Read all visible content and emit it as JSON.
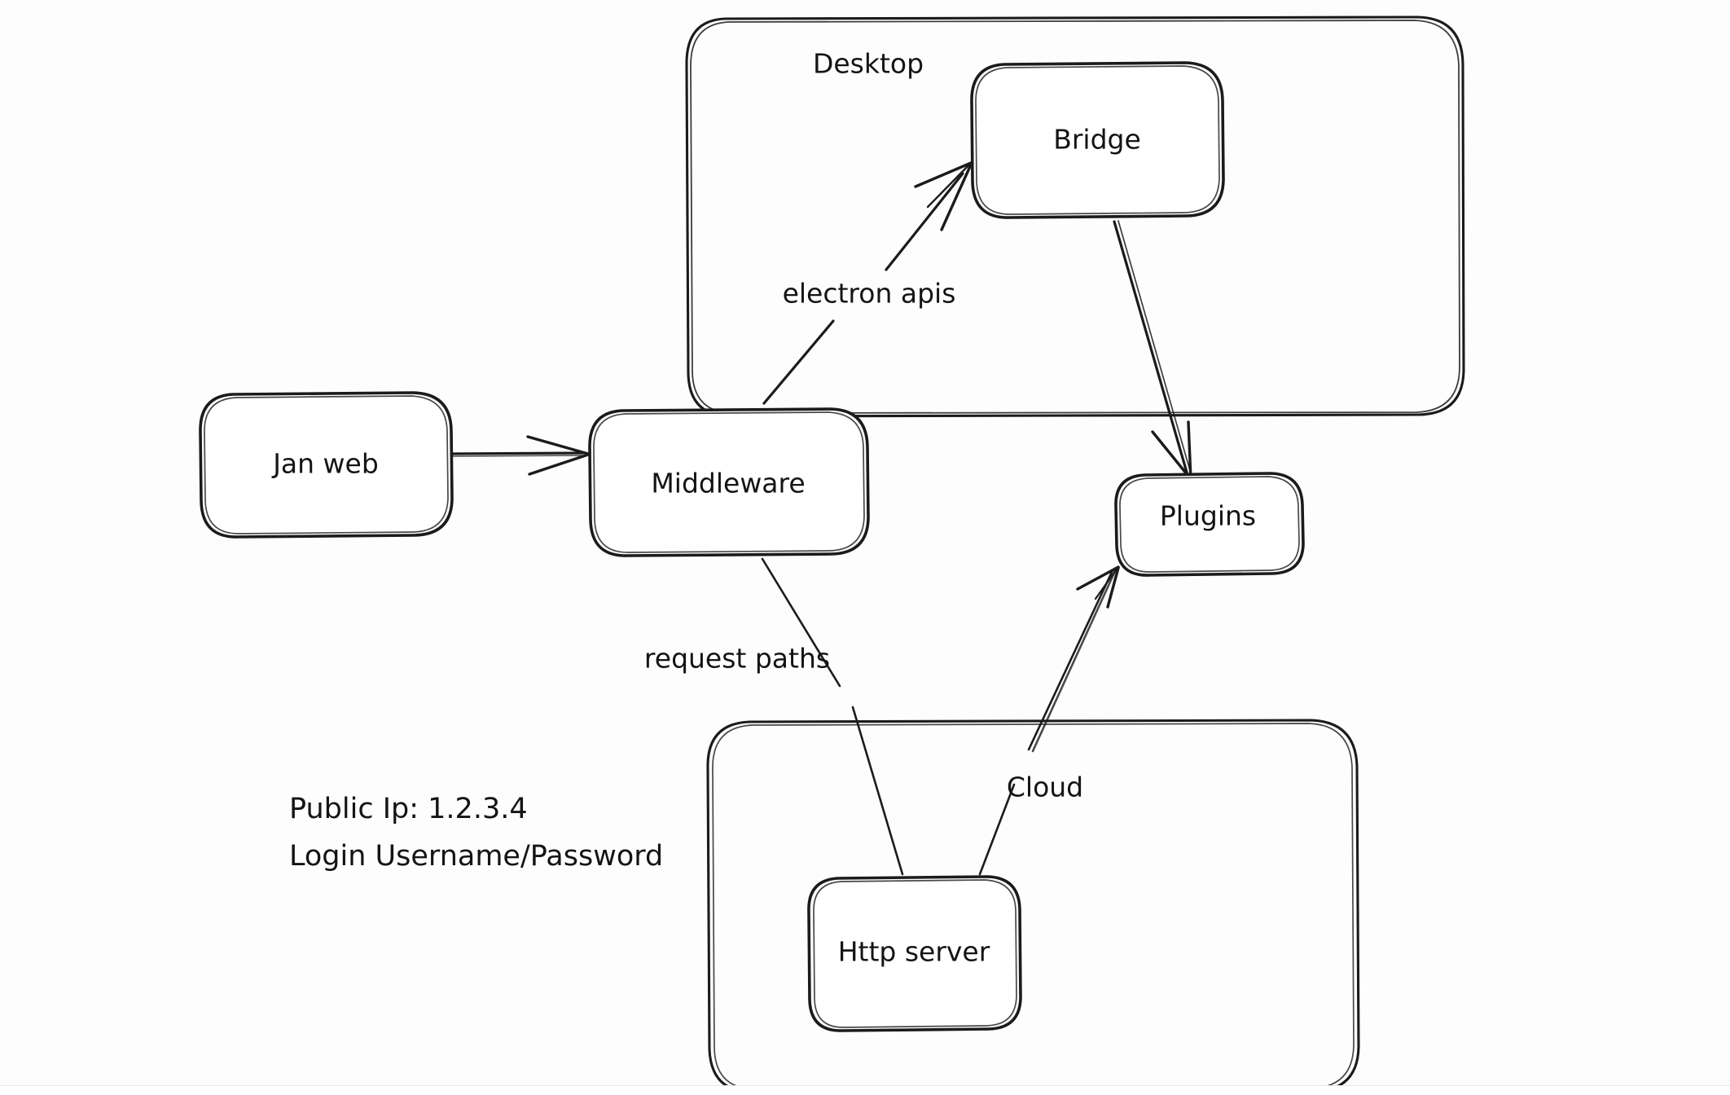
{
  "diagram": {
    "style": "hand-drawn-whiteboard",
    "background_color": "#fdfdfd",
    "stroke_color": "#1b1b1b",
    "text_color": "#141414",
    "containers": [
      {
        "id": "desktop",
        "label": "Desktop"
      },
      {
        "id": "cloud",
        "label": "Cloud"
      }
    ],
    "nodes": [
      {
        "id": "jan-web",
        "label": "Jan web"
      },
      {
        "id": "middleware",
        "label": "Middleware"
      },
      {
        "id": "bridge",
        "label": "Bridge"
      },
      {
        "id": "plugins",
        "label": "Plugins"
      },
      {
        "id": "http-server",
        "label": "Http server"
      }
    ],
    "edges": [
      {
        "id": "jan-web-to-middleware",
        "from": "jan-web",
        "to": "middleware",
        "label": ""
      },
      {
        "id": "middleware-to-bridge",
        "from": "middleware",
        "to": "bridge",
        "label": "electron apis"
      },
      {
        "id": "bridge-to-plugins",
        "from": "bridge",
        "to": "plugins",
        "label": ""
      },
      {
        "id": "http-server-to-middleware",
        "from": "http-server",
        "to": "middleware",
        "label": "request paths"
      },
      {
        "id": "http-server-to-plugins",
        "from": "http-server",
        "to": "plugins",
        "label": ""
      }
    ],
    "notes": {
      "public_ip_line": "Public Ip: 1.2.3.4",
      "login_line": "Login Username/Password"
    }
  }
}
